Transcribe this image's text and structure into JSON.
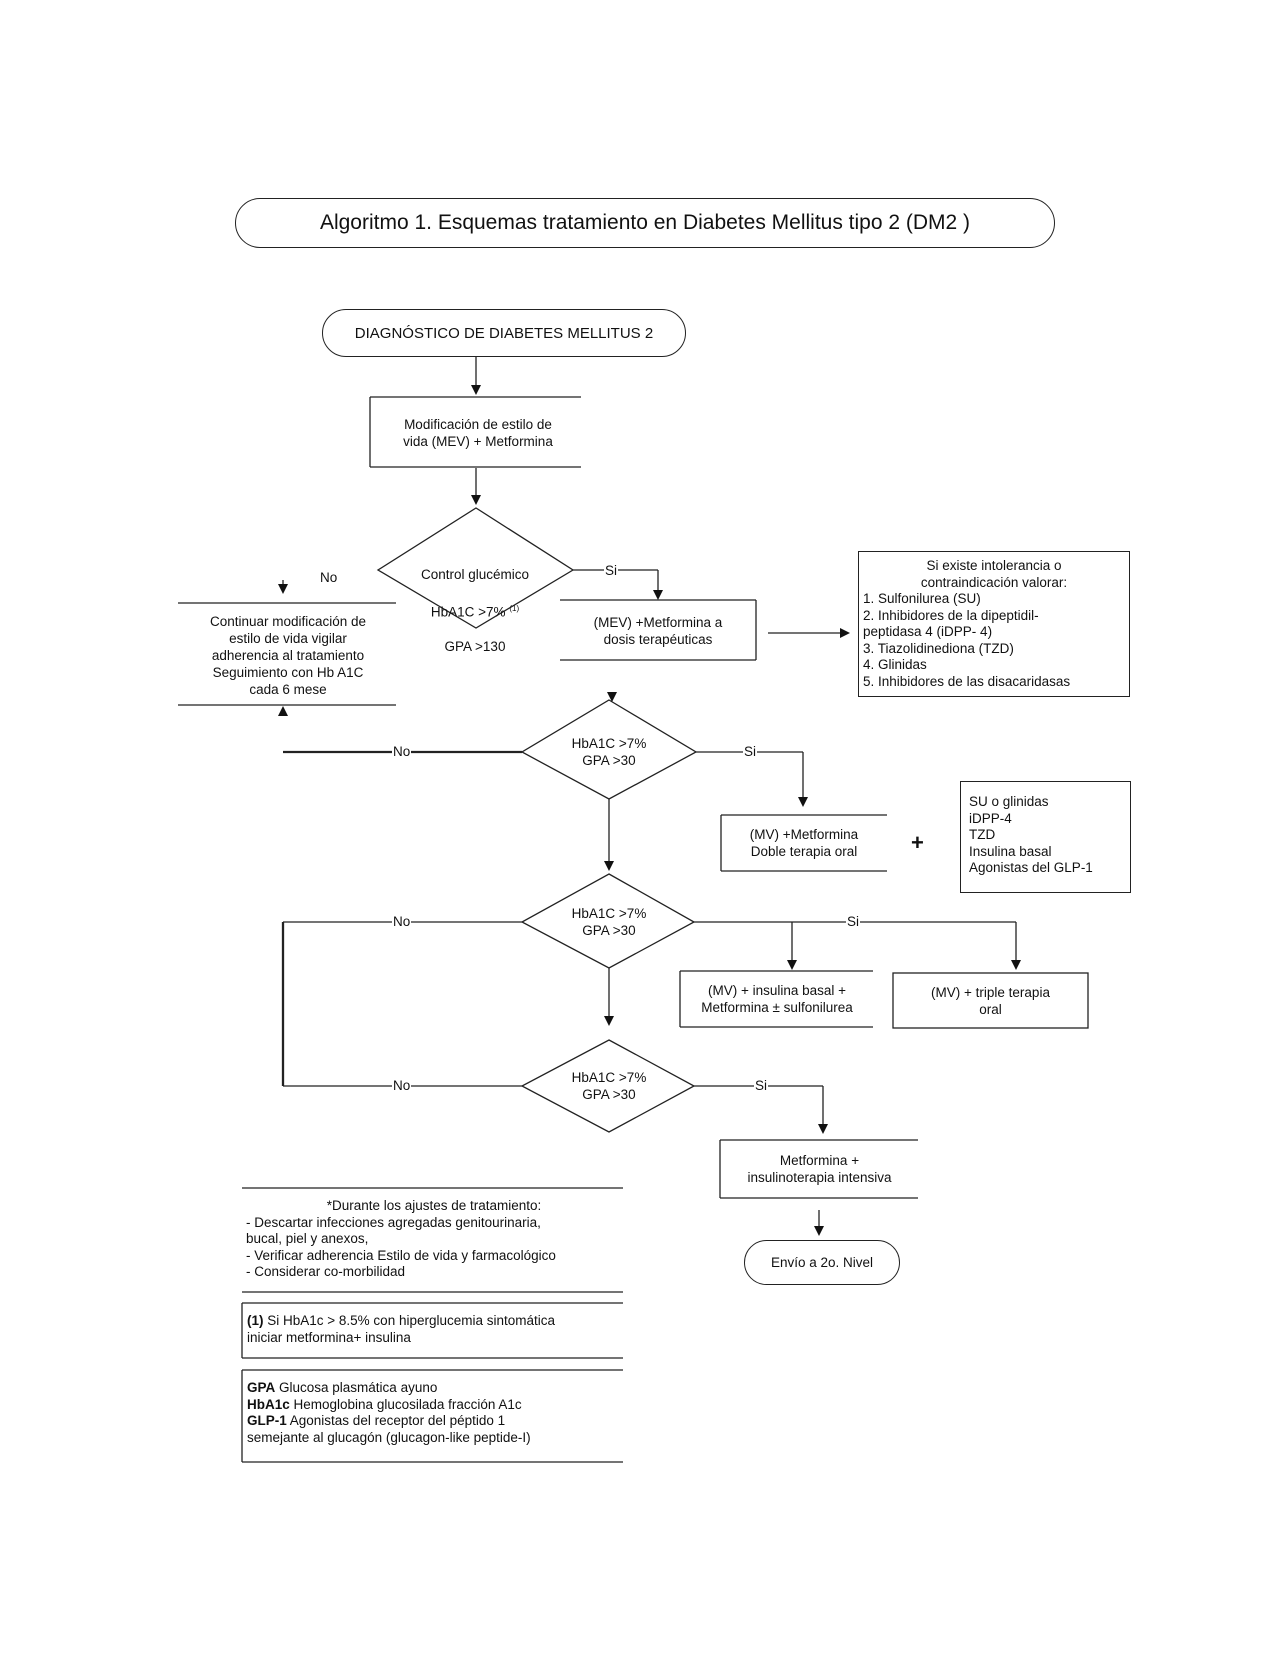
{
  "title": "Algoritmo 1.  Esquemas tratamiento  en Diabetes Mellitus tipo 2 (DM2 )",
  "start": "DIAGNÓSTICO DE DIABETES MELLITUS 2",
  "step1": "Modificación de estilo de\nvida (MEV) + Metformina",
  "decision1": {
    "line1": "Control glucémico",
    "line2": "HbA1C >7%",
    "sup": "(1)",
    "line3": "GPA >130",
    "no": "No",
    "yes": "Si"
  },
  "continue_box": "Continuar modificación de\nestilo de vida  vigilar\nadherencia al tratamiento\nSeguimiento con Hb A1C\ncada 6 mese",
  "mev_box": "(MEV) +Metformina a\ndosis terapéuticas",
  "intolerance": {
    "header": "Si existe intolerancia o\ncontraindicación valorar:",
    "items": [
      "1. Sulfonilurea (SU)",
      "2. Inhibidores de la dipeptidil-",
      "peptidasa 4 (iDPP- 4)",
      "3. Tiazolidinediona (TZD)",
      "4. Glinidas",
      "5. Inhibidores de las disacaridasas"
    ]
  },
  "decision2": {
    "text": "HbA1C >7%\nGPA >30",
    "no": "No",
    "yes": "Si"
  },
  "dual_box": "(MV) +Metformina\nDoble terapia oral",
  "plus": "+",
  "dual_options": [
    "SU  o glinidas",
    "iDPP-4",
    "TZD",
    "Insulina basal",
    "Agonistas del GLP-1"
  ],
  "decision3": {
    "text": "HbA1C >7%\nGPA >30",
    "no": "No",
    "yes": "Si"
  },
  "basal_box": "(MV) +  insulina basal +\nMetformina ± sulfonilurea",
  "triple_box": "(MV) +  triple terapia\noral",
  "decision4": {
    "text": "HbA1C >7%\nGPA >30",
    "no": "No",
    "yes": "Si"
  },
  "intensive_box": "Metformina +\ninsulinoterapia intensiva",
  "referral": "Envío a 2o. Nivel",
  "notes": {
    "header": "*Durante los ajustes de tratamiento:",
    "lines": [
      "- Descartar   infecciones agregadas genitourinaria,",
      "bucal, piel y anexos,",
      "- Verificar adherencia Estilo de vida y farmacológico",
      "- Considerar co-morbilidad"
    ]
  },
  "footnote": {
    "marker": "(1)",
    "text1": " Si HbA1c > 8.5% con hiperglucemia sintomática",
    "text2": "iniciar metformina+ insulina"
  },
  "glossary": [
    {
      "term": "GPA",
      "def": " Glucosa plasmática ayuno"
    },
    {
      "term": "HbA1c",
      "def": " Hemoglobina glucosilada fracción A1c"
    },
    {
      "term": "GLP-1",
      "def": " Agonistas del receptor del péptido 1"
    },
    {
      "term": "",
      "def": "semejante al glucagón (glucagon-like peptide-I)"
    }
  ]
}
